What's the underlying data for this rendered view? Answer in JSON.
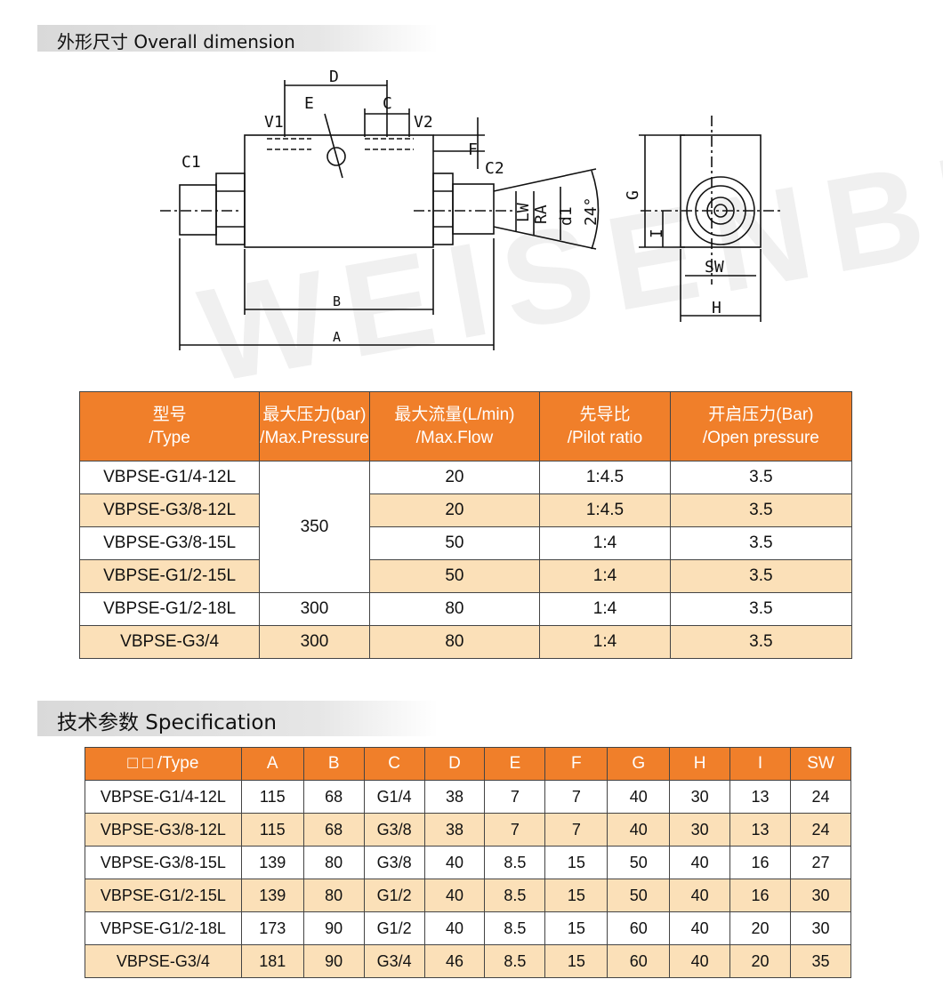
{
  "sections": {
    "dimension_title": "外形尺寸 Overall dimension",
    "spec_title": "技术参数 Specification"
  },
  "drawing_labels": {
    "D": "D",
    "E": "E",
    "C": "C",
    "V1": "V1",
    "V2": "V2",
    "F": "F",
    "C1": "C1",
    "C2": "C2",
    "LW": "LW",
    "RA": "RA",
    "d1": "d1",
    "angle": "24°",
    "B": "B",
    "A": "A",
    "G": "G",
    "I": "I",
    "SW": "SW",
    "H": "H"
  },
  "watermark": "WEISENBEL",
  "table1": {
    "headers": [
      {
        "cn": "型号",
        "en": "/Type"
      },
      {
        "cn": "最大压力(bar)",
        "en": "/Max.Pressure"
      },
      {
        "cn": "最大流量(L/min)",
        "en": "/Max.Flow"
      },
      {
        "cn": "先导比",
        "en": "/Pilot ratio"
      },
      {
        "cn": "开启压力(Bar)",
        "en": "/Open pressure"
      }
    ],
    "merged_pressure": "350",
    "rows": [
      {
        "type": "VBPSE-G1/4-12L",
        "pressure": "",
        "flow": "20",
        "ratio": "1:4.5",
        "open": "3.5"
      },
      {
        "type": "VBPSE-G3/8-12L",
        "pressure": "",
        "flow": "20",
        "ratio": "1:4.5",
        "open": "3.5"
      },
      {
        "type": "VBPSE-G3/8-15L",
        "pressure": "",
        "flow": "50",
        "ratio": "1:4",
        "open": "3.5"
      },
      {
        "type": "VBPSE-G1/2-15L",
        "pressure": "",
        "flow": "50",
        "ratio": "1:4",
        "open": "3.5"
      },
      {
        "type": "VBPSE-G1/2-18L",
        "pressure": "300",
        "flow": "80",
        "ratio": "1:4",
        "open": "3.5"
      },
      {
        "type": "VBPSE-G3/4",
        "pressure": "300",
        "flow": "80",
        "ratio": "1:4",
        "open": "3.5"
      }
    ]
  },
  "table2": {
    "headers": [
      "□ □ /Type",
      "A",
      "B",
      "C",
      "D",
      "E",
      "F",
      "G",
      "H",
      "I",
      "SW"
    ],
    "rows": [
      [
        "VBPSE-G1/4-12L",
        "115",
        "68",
        "G1/4",
        "38",
        "7",
        "7",
        "40",
        "30",
        "13",
        "24"
      ],
      [
        "VBPSE-G3/8-12L",
        "115",
        "68",
        "G3/8",
        "38",
        "7",
        "7",
        "40",
        "30",
        "13",
        "24"
      ],
      [
        "VBPSE-G3/8-15L",
        "139",
        "80",
        "G3/8",
        "40",
        "8.5",
        "15",
        "50",
        "40",
        "16",
        "27"
      ],
      [
        "VBPSE-G1/2-15L",
        "139",
        "80",
        "G1/2",
        "40",
        "8.5",
        "15",
        "50",
        "40",
        "16",
        "30"
      ],
      [
        "VBPSE-G1/2-18L",
        "173",
        "90",
        "G1/2",
        "40",
        "8.5",
        "15",
        "60",
        "40",
        "20",
        "30"
      ],
      [
        "VBPSE-G3/4",
        "181",
        "90",
        "G3/4",
        "46",
        "8.5",
        "15",
        "60",
        "40",
        "20",
        "35"
      ]
    ]
  }
}
